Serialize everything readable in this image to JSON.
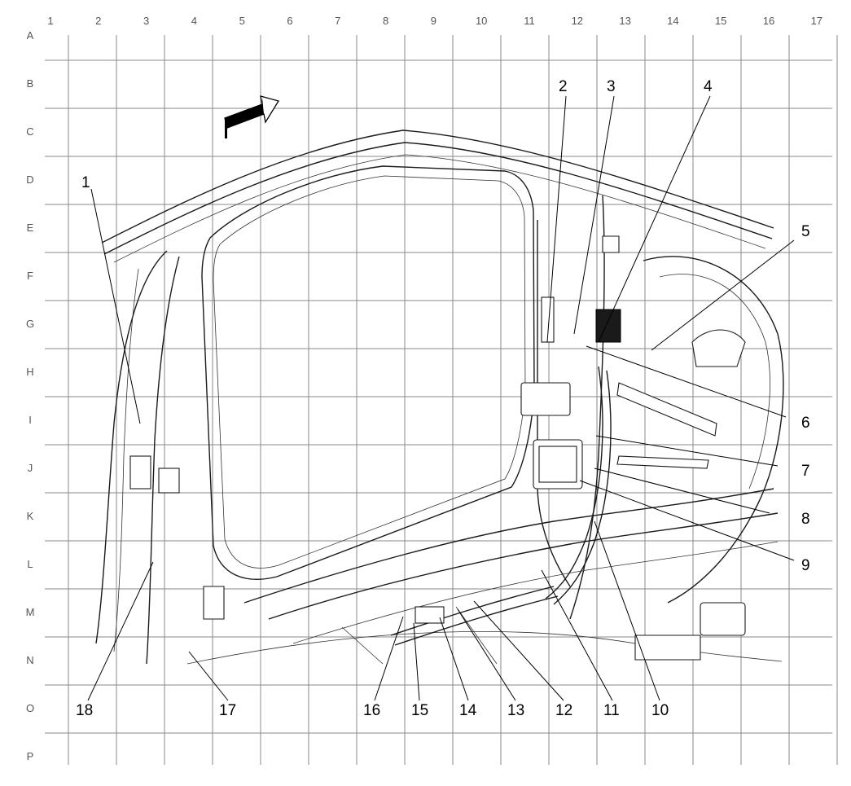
{
  "grid": {
    "columns": [
      "1",
      "2",
      "3",
      "4",
      "5",
      "6",
      "7",
      "8",
      "9",
      "10",
      "11",
      "12",
      "13",
      "14",
      "15",
      "16",
      "17"
    ],
    "rows": [
      "A",
      "B",
      "C",
      "D",
      "E",
      "F",
      "G",
      "H",
      "I",
      "J",
      "K",
      "L",
      "M",
      "N",
      "O",
      "P"
    ]
  },
  "callouts": [
    "1",
    "2",
    "3",
    "4",
    "5",
    "6",
    "7",
    "8",
    "9",
    "10",
    "11",
    "12",
    "13",
    "14",
    "15",
    "16",
    "17",
    "18"
  ],
  "colors": {
    "line": "#1a1a1a",
    "grid": "#8a8a8a",
    "label": "#555555"
  },
  "icons": {
    "direction_arrow": "forward-arrow-icon"
  }
}
